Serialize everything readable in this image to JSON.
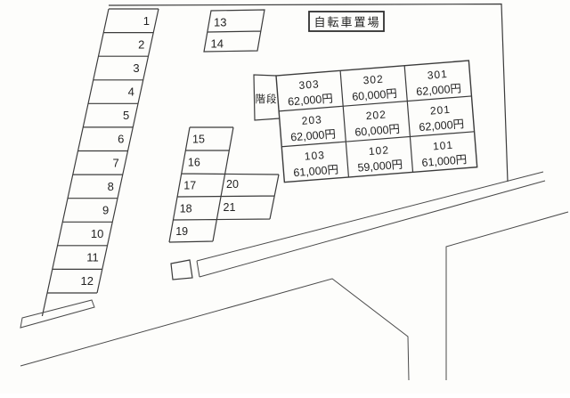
{
  "title": "自転車置場",
  "stairs_label": "階段",
  "parking_spaces": {
    "left": [
      "1",
      "2",
      "3",
      "4",
      "5",
      "6",
      "7",
      "8",
      "9",
      "10",
      "11",
      "12"
    ],
    "top": [
      "13",
      "14"
    ],
    "middle": [
      "15",
      "16",
      "17",
      "18",
      "19"
    ],
    "middle_right": [
      "20",
      "21"
    ]
  },
  "building": {
    "rows": [
      [
        {
          "unit": "303",
          "rent": "62,000円"
        },
        {
          "unit": "302",
          "rent": "60,000円"
        },
        {
          "unit": "301",
          "rent": "62,000円"
        }
      ],
      [
        {
          "unit": "203",
          "rent": "62,000円"
        },
        {
          "unit": "202",
          "rent": "60,000円"
        },
        {
          "unit": "201",
          "rent": "62,000円"
        }
      ],
      [
        {
          "unit": "103",
          "rent": "61,000円"
        },
        {
          "unit": "102",
          "rent": "59,000円"
        },
        {
          "unit": "101",
          "rent": "61,000円"
        }
      ]
    ]
  },
  "colors": {
    "line": "#3b3b3b",
    "text": "#222222",
    "background": "#fdfdfb"
  }
}
